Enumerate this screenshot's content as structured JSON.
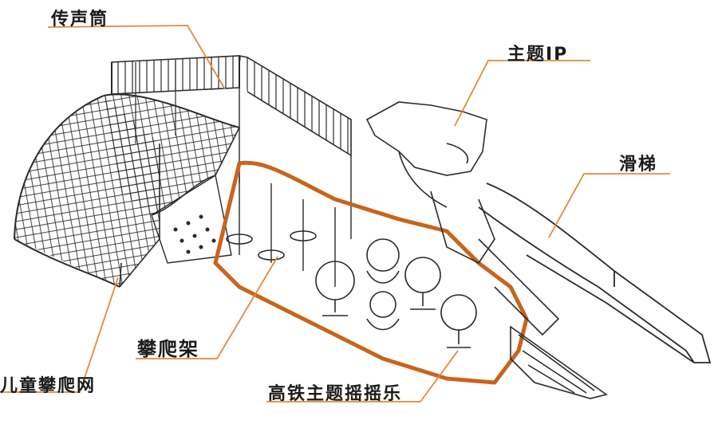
{
  "labels": {
    "megaphone": "传声筒",
    "theme_ip": "主题IP",
    "slide": "滑梯",
    "climbing_frame": "攀爬架",
    "climbing_net": "儿童攀爬网",
    "rocking_ride": "高铁主题摇摇乐"
  },
  "colors": {
    "ink": "#2a2a2a",
    "accent": "#c8641c",
    "leader": "#e08a3c"
  }
}
